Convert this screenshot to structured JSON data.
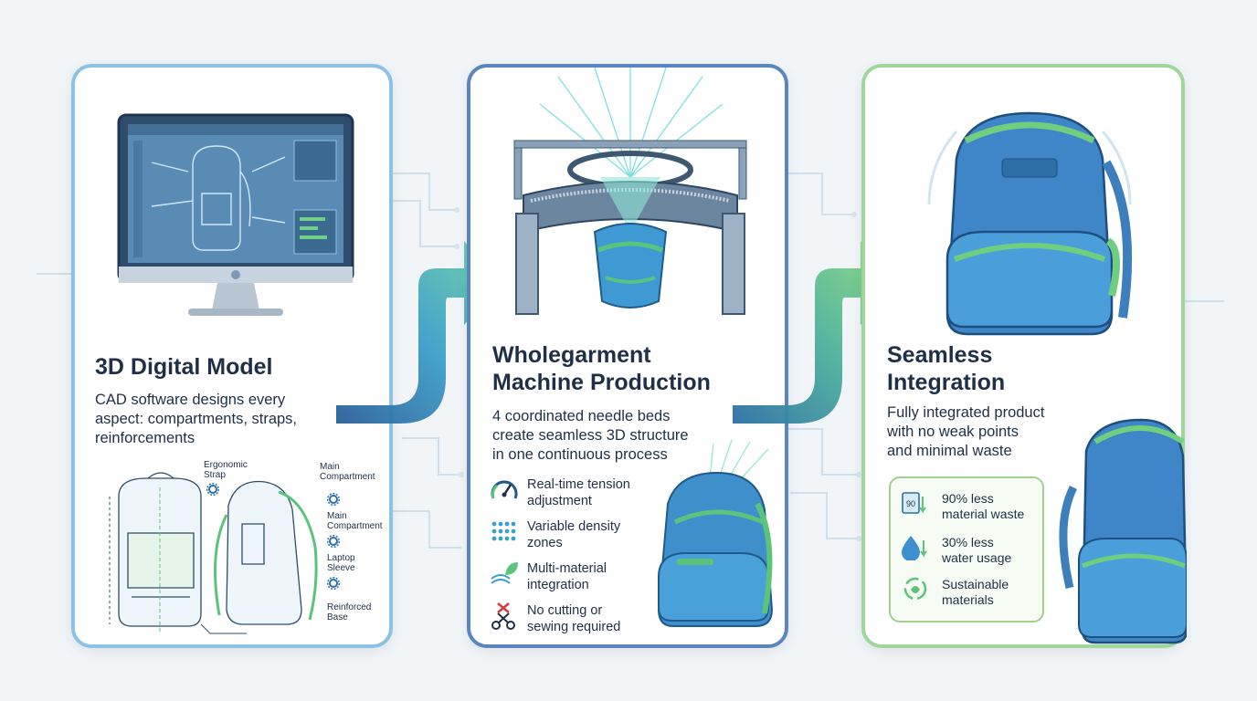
{
  "steps": [
    {
      "title_lines": [
        "3D Digital Model"
      ],
      "text_lines": [
        "CAD software designs every",
        "aspect: compartments, straps,",
        "reinforcements"
      ],
      "labels": [
        {
          "lines": [
            "Ergonomic",
            "Strap"
          ],
          "icon": "gear-icon"
        },
        {
          "lines": [
            "Main",
            "Compartment"
          ],
          "icon": "gear-icon"
        },
        {
          "lines": [
            "Main",
            "Compartment"
          ],
          "icon": "gear-icon"
        },
        {
          "lines": [
            "Laptop",
            "Sleeve"
          ],
          "icon": "gear-icon"
        },
        {
          "lines": [
            "Reinforced",
            "Base"
          ],
          "icon": "gear-icon"
        }
      ]
    },
    {
      "title_lines": [
        "Wholegarment",
        "Machine Production"
      ],
      "text_lines": [
        "4 coordinated needle beds",
        "create seamless 3D structure",
        "in one continuous process"
      ],
      "features": [
        {
          "lines": [
            "Real-time tension",
            "adjustment"
          ],
          "icon": "gauge-icon"
        },
        {
          "lines": [
            "Variable density",
            "zones"
          ],
          "icon": "mesh-icon"
        },
        {
          "lines": [
            "Multi-material",
            "integration"
          ],
          "icon": "leaf-thread-icon"
        },
        {
          "lines": [
            "No cutting or",
            "sewing required"
          ],
          "icon": "no-scissors-icon"
        }
      ]
    },
    {
      "title_lines": [
        "Seamless",
        "Integration"
      ],
      "text_lines": [
        "Fully integrated product",
        "with no weak points",
        "and minimal waste"
      ],
      "stats": [
        {
          "lines": [
            "90% less",
            "material waste"
          ],
          "icon": "recycle-bin-icon",
          "icon_text": "90"
        },
        {
          "lines": [
            "30% less",
            "water usage"
          ],
          "icon": "water-drop-icon"
        },
        {
          "lines": [
            "Sustainable",
            "materials"
          ],
          "icon": "recycle-icon"
        }
      ]
    }
  ],
  "colors": {
    "title": "#1e2f47",
    "blue_border": "#8cc2e6",
    "navy_border": "#5a86bf",
    "green_border": "#9fd79a",
    "bag_blue": "#3b7fc4",
    "bag_green": "#5cc47a"
  }
}
